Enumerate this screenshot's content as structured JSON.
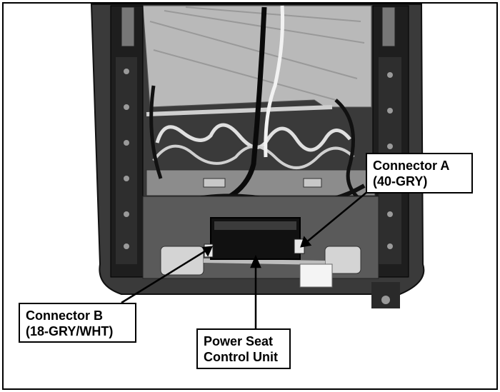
{
  "callouts": {
    "connector_a": {
      "line1": "Connector A",
      "line2": "(40-GRY)"
    },
    "connector_b": {
      "line1": "Connector B",
      "line2": "(18-GRY/WHT)"
    },
    "control_unit": {
      "line1": "Power Seat",
      "line2": "Control Unit"
    }
  }
}
